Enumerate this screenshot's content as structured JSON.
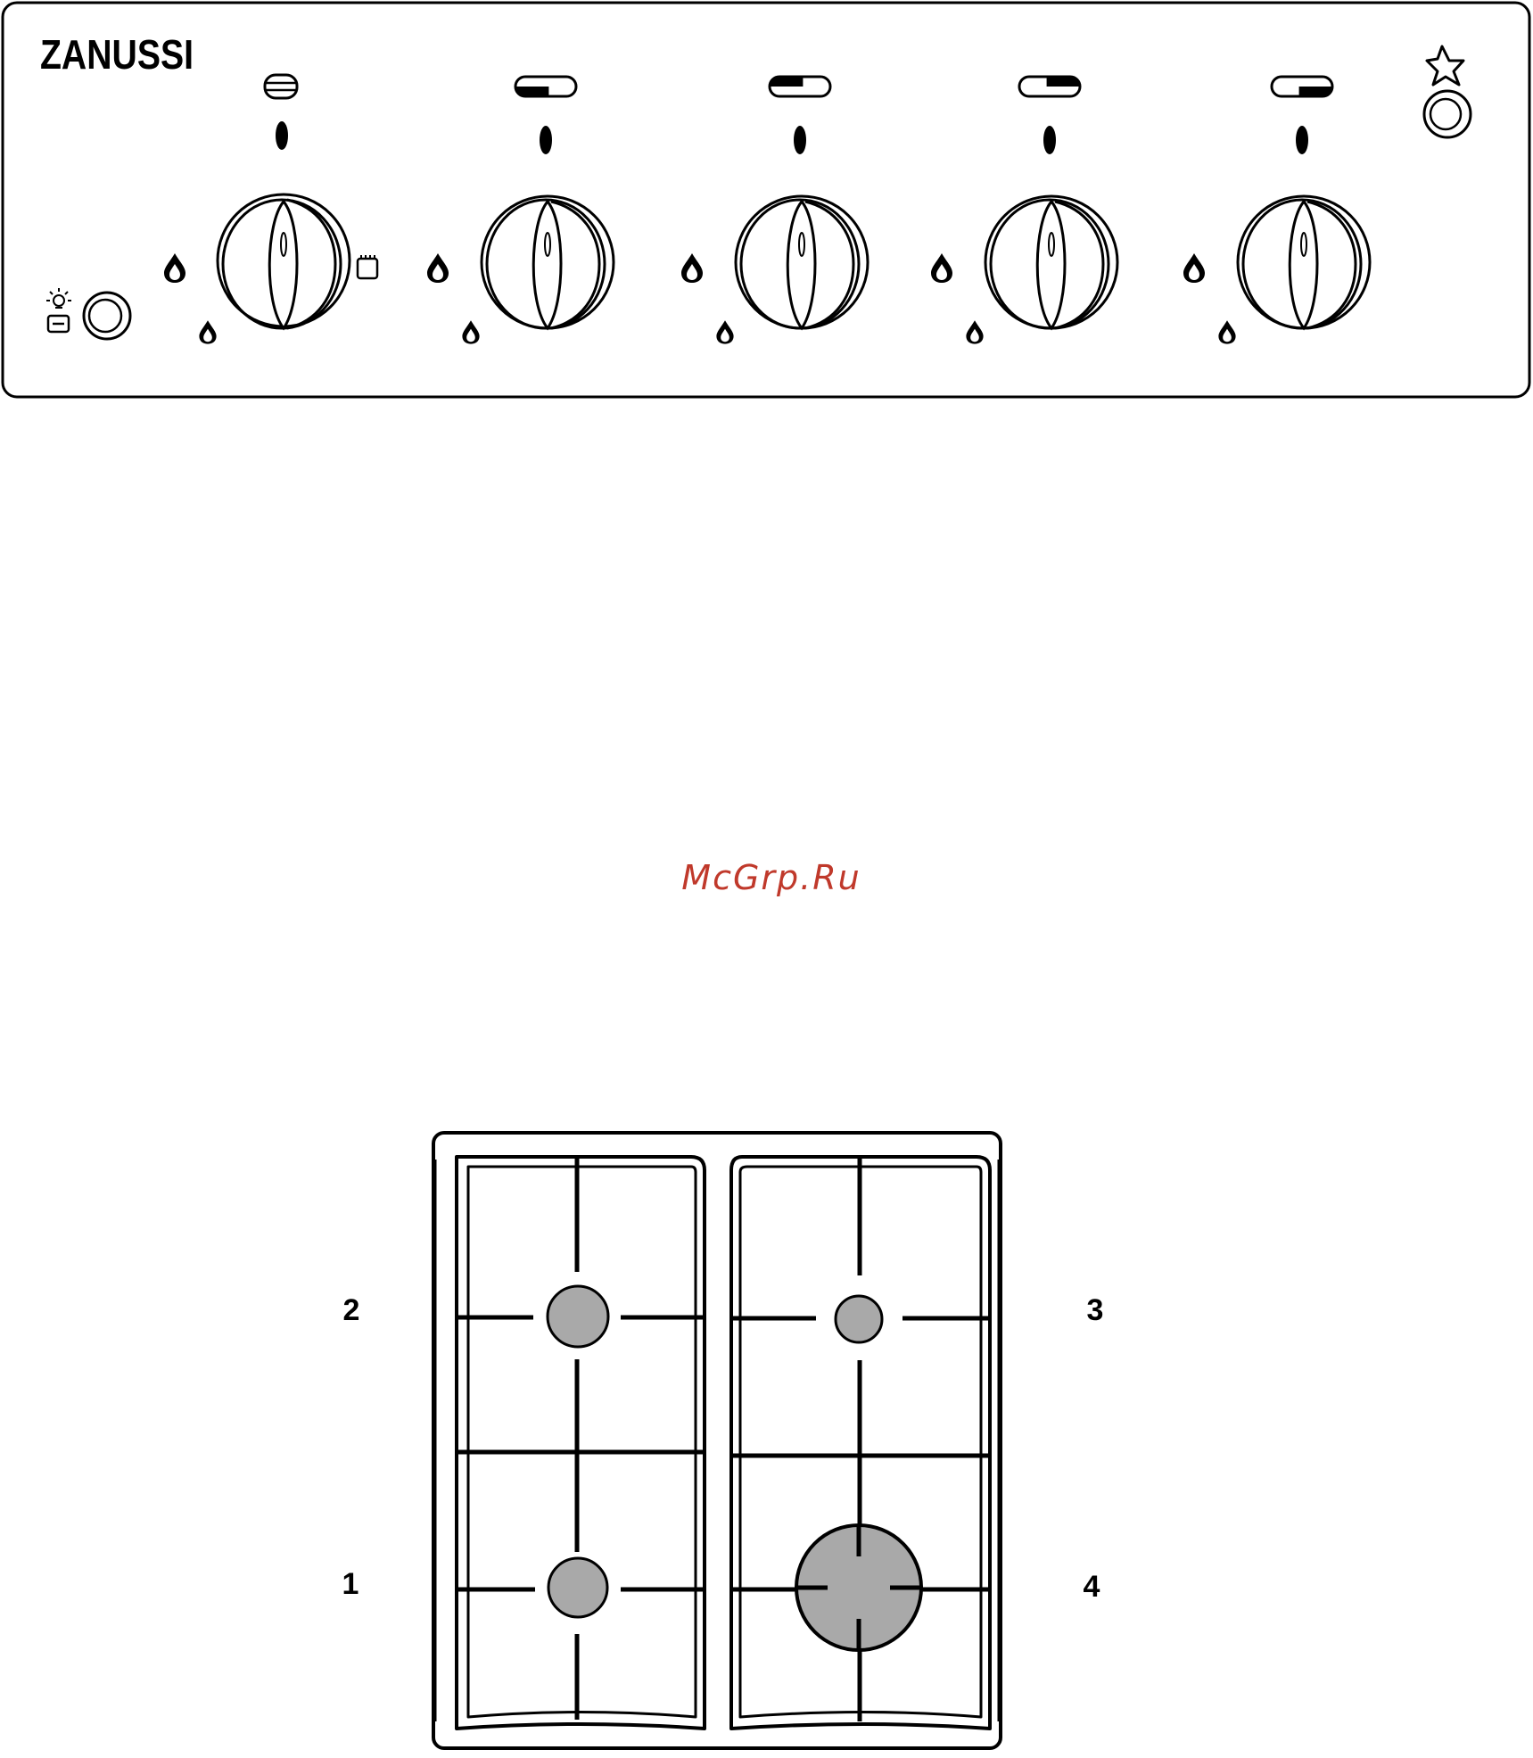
{
  "control_panel": {
    "brand": "ZANUSSI",
    "oven_knob": {
      "name": "oven",
      "symbol": "oven-symbol-icon",
      "positions": [
        "max-flame-icon",
        "min-flame-icon",
        "grill-icon"
      ]
    },
    "hob_knobs": [
      {
        "name": "burner-1",
        "symbol": "burner-position-front-left-icon"
      },
      {
        "name": "burner-2",
        "symbol": "burner-position-rear-left-icon"
      },
      {
        "name": "burner-3",
        "symbol": "burner-position-rear-right-icon"
      },
      {
        "name": "burner-4",
        "symbol": "burner-position-front-right-icon"
      }
    ],
    "light_button": {
      "symbols": [
        "oven-light-icon",
        "oven-lamp-icon"
      ]
    },
    "ignition_button": {
      "symbol": "spark-star-icon"
    }
  },
  "watermark": {
    "text": "McGrp.Ru",
    "color": "#c0392b"
  },
  "hob": {
    "burners": [
      {
        "label": "1",
        "position": "front-left",
        "size": "medium"
      },
      {
        "label": "2",
        "position": "rear-left",
        "size": "medium"
      },
      {
        "label": "3",
        "position": "rear-right",
        "size": "small"
      },
      {
        "label": "4",
        "position": "front-right",
        "size": "large"
      }
    ],
    "burner_color": "#a9a9a9"
  }
}
